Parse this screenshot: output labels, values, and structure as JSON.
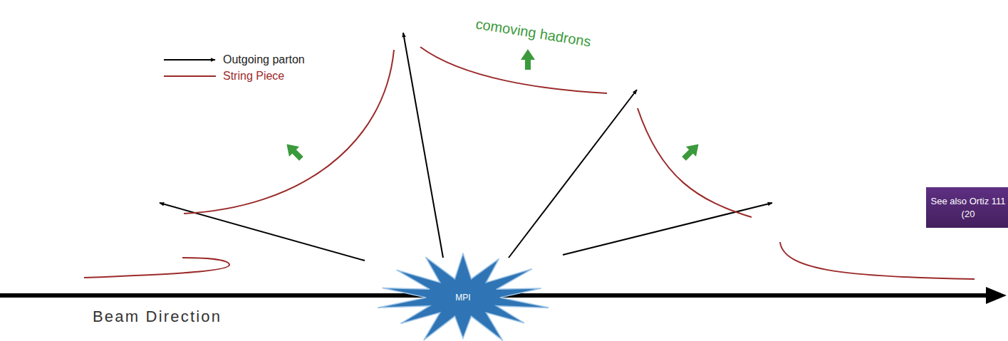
{
  "diagram": {
    "nodes": [
      {
        "text": [
          "MPI"
        ]
      },
      {
        "text": [
          "See also Ortiz 111 (20"
        ]
      }
    ],
    "labels": [
      "comoving hadrons",
      "Beam Direction"
    ],
    "legend": [
      {
        "text": "Outgoing parton"
      },
      {
        "text": "String Piece"
      }
    ]
  }
}
